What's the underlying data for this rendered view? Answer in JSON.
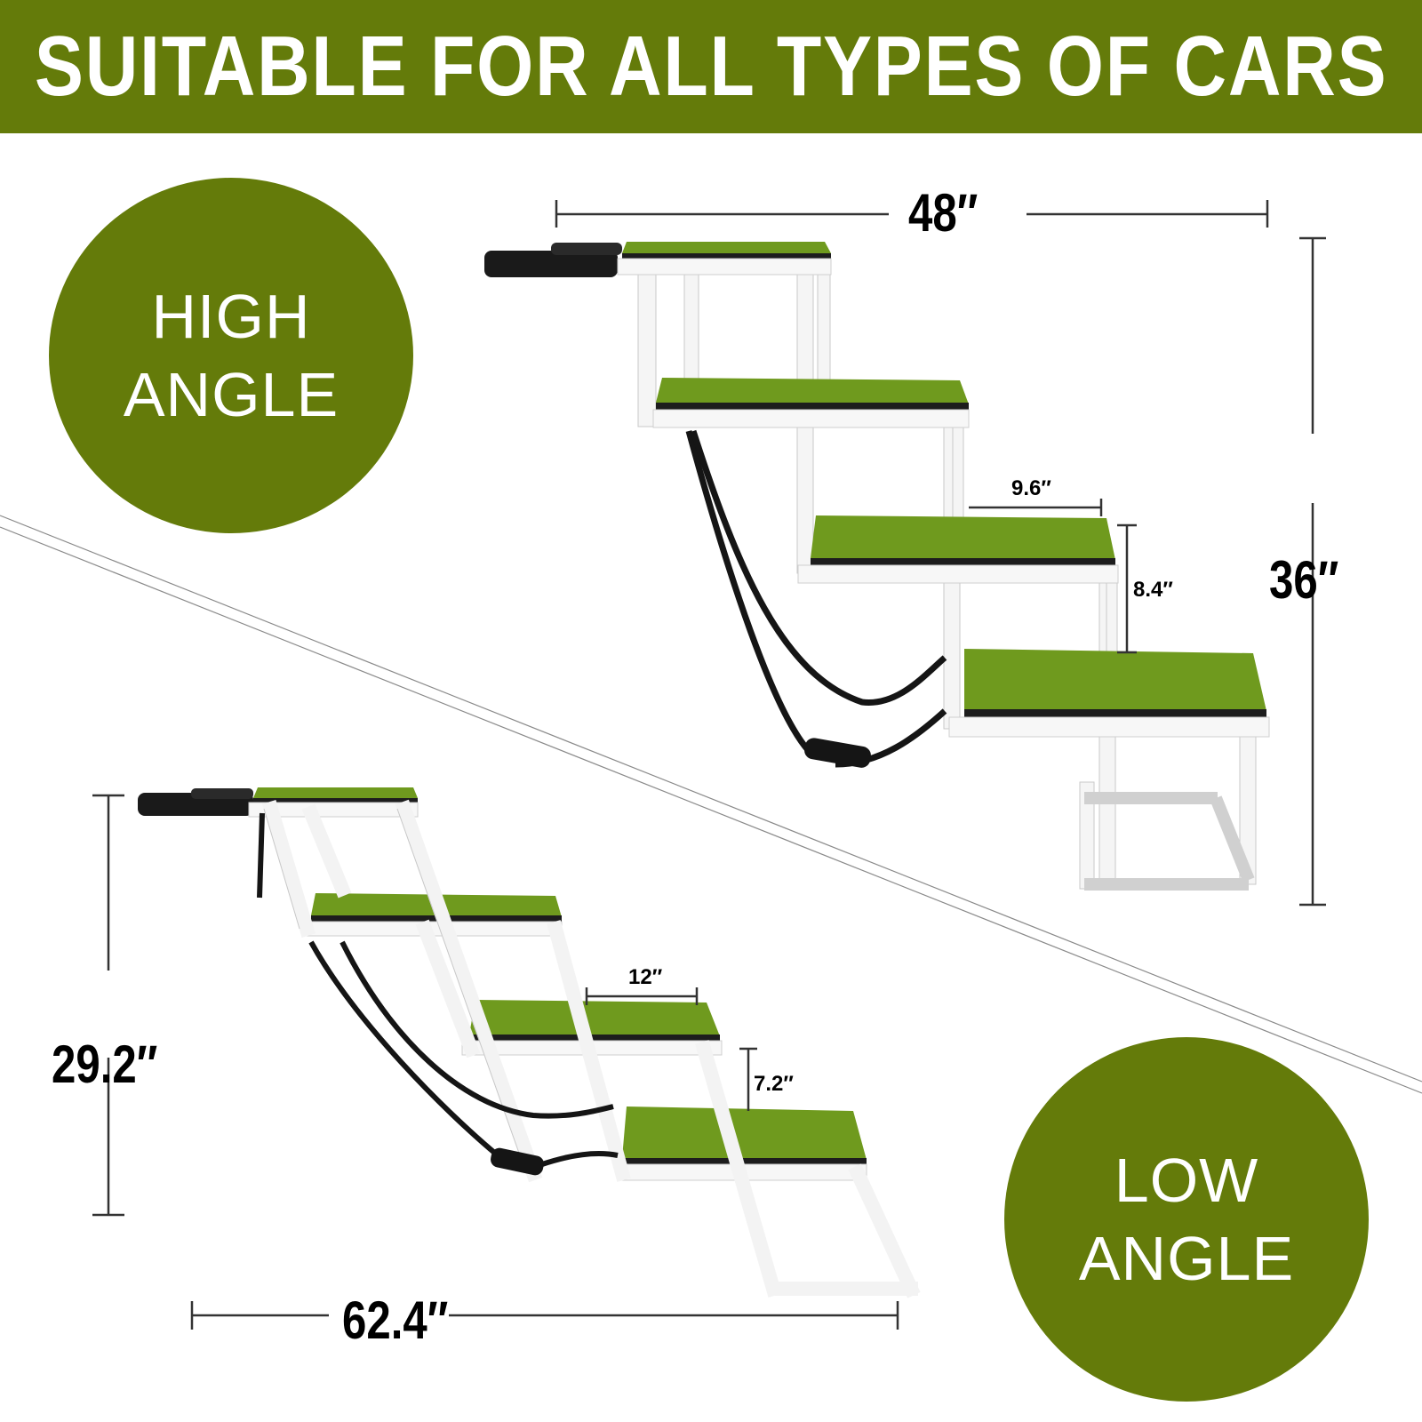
{
  "banner": {
    "title": "SUITABLE FOR ALL TYPES OF CARS",
    "background": "#647b0a"
  },
  "badges": {
    "high": {
      "line1": "HIGH",
      "line2": "ANGLE",
      "color": "#647b0a"
    },
    "low": {
      "line1": "LOW",
      "line2": "ANGLE",
      "color": "#647b0a"
    }
  },
  "high_angle": {
    "overall_width": "48″",
    "overall_height": "36″",
    "step_depth": "9.6″",
    "step_rise": "8.4″"
  },
  "low_angle": {
    "overall_width": "62.4″",
    "overall_height": "29.2″",
    "step_depth": "12″",
    "step_rise": "7.2″"
  },
  "colors": {
    "grass": "#6f9a1e",
    "frame": "#f4f4f4",
    "strap": "#151515",
    "dimension_line": "#333333"
  }
}
